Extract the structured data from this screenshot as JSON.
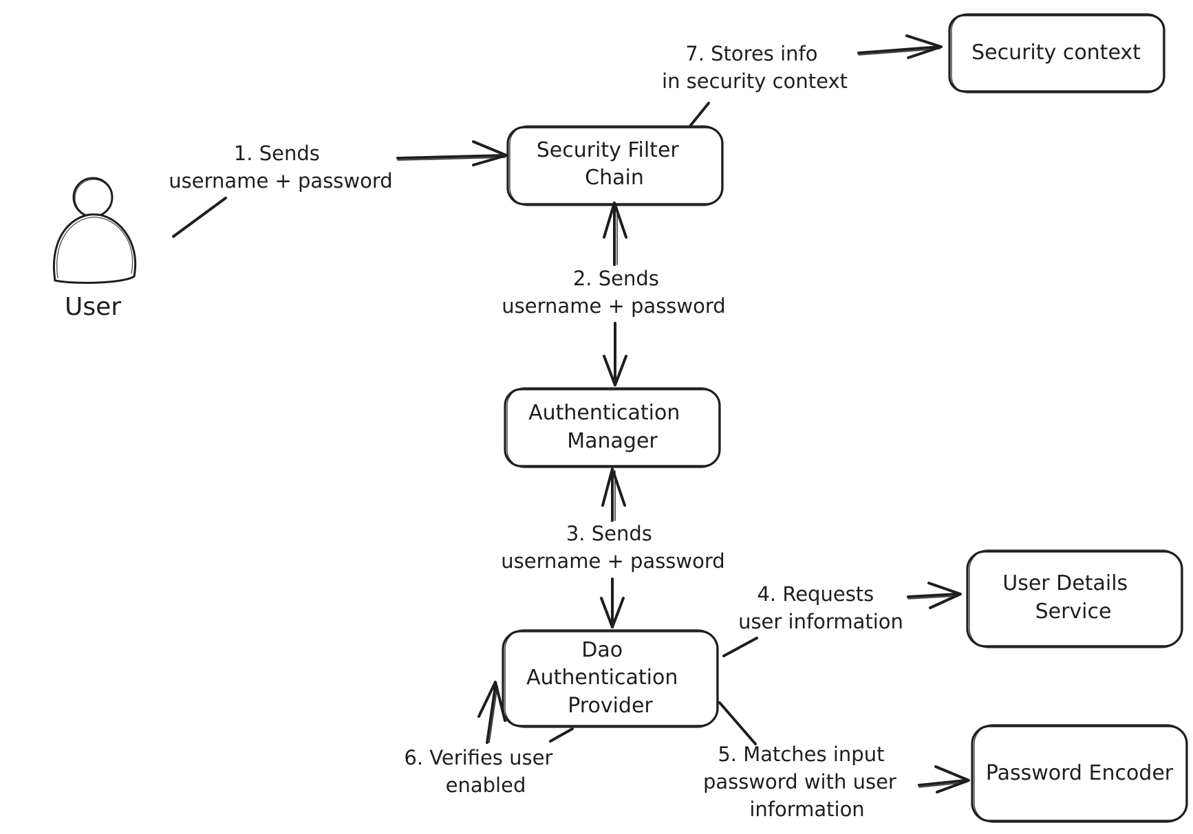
{
  "diagram": {
    "actor": {
      "label": "User"
    },
    "nodes": {
      "security_filter_chain": [
        "Security Filter",
        "Chain"
      ],
      "authentication_manager": [
        "Authentication",
        "Manager"
      ],
      "dao_authentication_provider": [
        "Dao",
        "Authentication",
        "Provider"
      ],
      "security_context": [
        "Security context"
      ],
      "user_details_service": [
        "User Details",
        "Service"
      ],
      "password_encoder": [
        "Password Encoder"
      ]
    },
    "steps": {
      "step1": [
        "1. Sends",
        "username + password"
      ],
      "step2": [
        "2. Sends",
        "username + password"
      ],
      "step3": [
        "3. Sends",
        "username + password"
      ],
      "step4": [
        "4. Requests",
        "user information"
      ],
      "step5": [
        "5. Matches input",
        "password with user",
        "information"
      ],
      "step6": [
        "6. Verifies user",
        "enabled"
      ],
      "step7": [
        "7. Stores info",
        "in security context"
      ]
    }
  }
}
